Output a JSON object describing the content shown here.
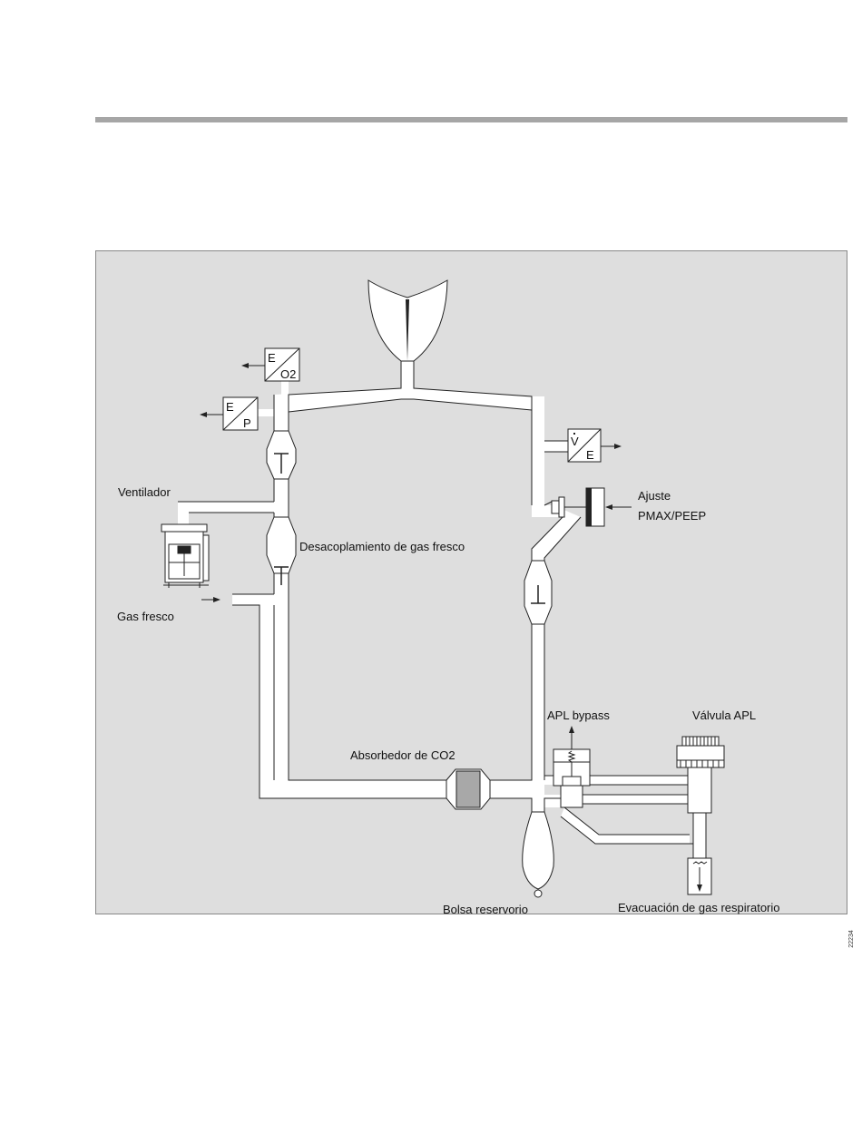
{
  "labels": {
    "ventilator": "Ventilador",
    "fresh_gas_decoupling": "Desacoplamiento de gas fresco",
    "fresh_gas": "Gas fresco",
    "adjust_line1": "Ajuste",
    "adjust_line2": "PMAX/PEEP",
    "apl_bypass": "APL bypass",
    "apl_valve": "Válvula APL",
    "co2_absorber": "Absorbedor de CO2",
    "reservoir_bag": "Bolsa reservorio",
    "gas_scavenging": "Evacuación de gas respiratorio"
  },
  "sensors": {
    "o2": {
      "top": "E",
      "bottom": "O2"
    },
    "pressure": {
      "top": "E",
      "bottom": "P"
    },
    "flow": {
      "top": "V",
      "bottom": "E"
    }
  },
  "figure_id": "22234",
  "colors": {
    "background": "#dedede",
    "tube_fill": "#ffffff",
    "stroke": "#222222",
    "absorber_fill": "#a8a8a8",
    "header_rule": "#a6a6a6"
  }
}
